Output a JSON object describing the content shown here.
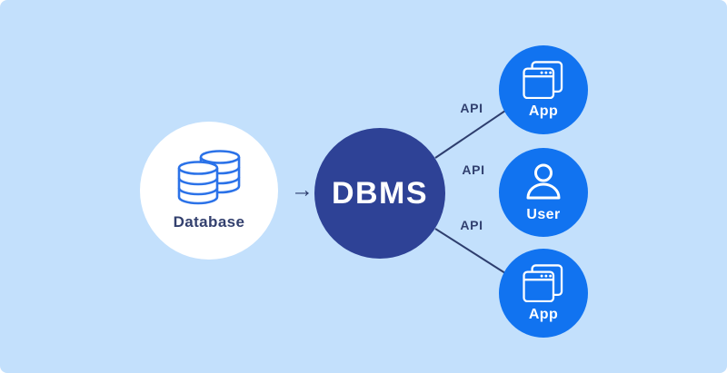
{
  "diagram": {
    "title_hint": "DBMS architecture diagram",
    "colors": {
      "background": "#c3e0fc",
      "dbms_circle": "#2e4296",
      "node_circle": "#1173f0",
      "database_circle": "#ffffff",
      "connector": "#2e3e6e",
      "api_label": "#31406f",
      "database_label": "#33406e",
      "database_icon_stroke": "#2b72e8",
      "node_text": "#ffffff"
    },
    "database_node": {
      "label": "Database",
      "icon": "database-cylinders-icon"
    },
    "arrow": {
      "glyph": "→"
    },
    "dbms_node": {
      "label": "DBMS"
    },
    "api_labels": [
      "API",
      "API",
      "API"
    ],
    "right_nodes": [
      {
        "label": "App",
        "icon": "app-windows-icon"
      },
      {
        "label": "User",
        "icon": "user-icon"
      },
      {
        "label": "App",
        "icon": "app-windows-icon"
      }
    ]
  }
}
